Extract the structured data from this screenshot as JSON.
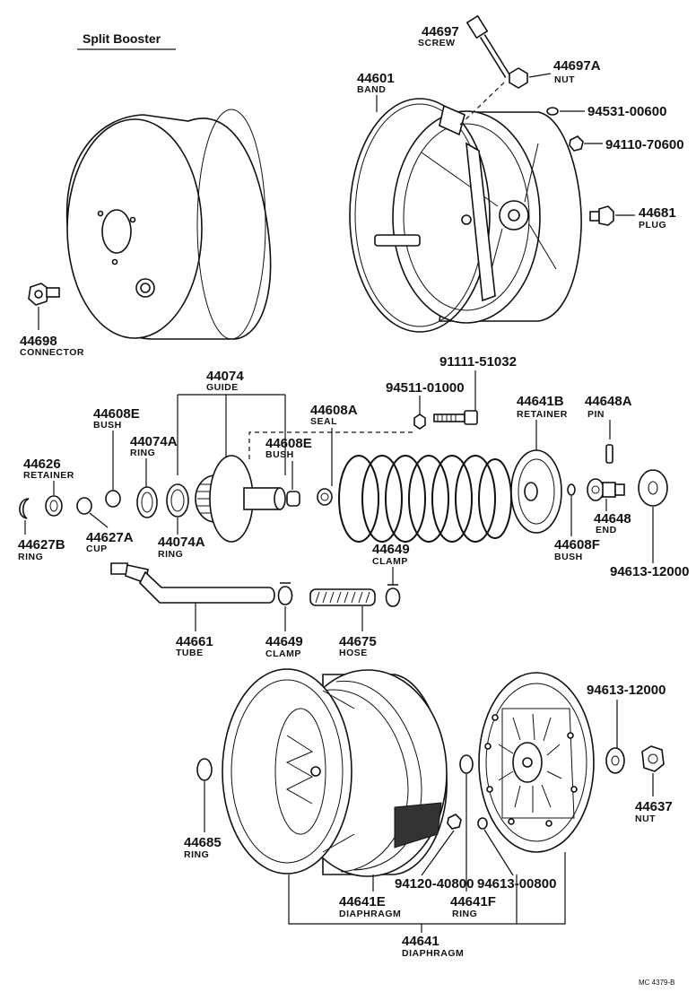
{
  "title": "Split Booster",
  "figure_code": "MC 4379-B",
  "parts": {
    "screw": {
      "number": "44697",
      "name": "SCREW"
    },
    "nut_top": {
      "number": "44697A",
      "name": "NUT"
    },
    "band": {
      "number": "44601",
      "name": "BAND"
    },
    "p94531": {
      "number": "94531-00600",
      "name": ""
    },
    "p94110": {
      "number": "94110-70600",
      "name": ""
    },
    "plug": {
      "number": "44681",
      "name": "PLUG"
    },
    "connector": {
      "number": "44698",
      "name": "CONNECTOR"
    },
    "guide": {
      "number": "44074",
      "name": "GUIDE"
    },
    "bush_left": {
      "number": "44608E",
      "name": "BUSH"
    },
    "bush_mid": {
      "number": "44608E",
      "name": "BUSH"
    },
    "seal": {
      "number": "44608A",
      "name": "SEAL"
    },
    "p94511": {
      "number": "94511-01000",
      "name": ""
    },
    "p91111": {
      "number": "91111-51032",
      "name": ""
    },
    "retainer_r": {
      "number": "44641B",
      "name": "RETAINER"
    },
    "pin": {
      "number": "44648A",
      "name": "PIN"
    },
    "ring_a": {
      "number": "44074A",
      "name": "RING"
    },
    "ring_a2": {
      "number": "44074A",
      "name": "RING"
    },
    "retainer_l": {
      "number": "44626",
      "name": "RETAINER"
    },
    "ring_b": {
      "number": "44627B",
      "name": "RING"
    },
    "cup": {
      "number": "44627A",
      "name": "CUP"
    },
    "end": {
      "number": "44648",
      "name": "END"
    },
    "bush_f": {
      "number": "44608F",
      "name": "BUSH"
    },
    "p94613_a": {
      "number": "94613-12000",
      "name": ""
    },
    "clamp_a": {
      "number": "44649",
      "name": "CLAMP"
    },
    "tube": {
      "number": "44661",
      "name": "TUBE"
    },
    "clamp_b": {
      "number": "44649",
      "name": "CLAMP"
    },
    "hose": {
      "number": "44675",
      "name": "HOSE"
    },
    "p94613_b": {
      "number": "94613-12000",
      "name": ""
    },
    "ring_685": {
      "number": "44685",
      "name": "RING"
    },
    "nut_637": {
      "number": "44637",
      "name": "NUT"
    },
    "p94120": {
      "number": "94120-40800",
      "name": ""
    },
    "p94613_c": {
      "number": "94613-00800",
      "name": ""
    },
    "diaphragm_e": {
      "number": "44641E",
      "name": "DIAPHRAGM"
    },
    "ring_f": {
      "number": "44641F",
      "name": "RING"
    },
    "diaphragm": {
      "number": "44641",
      "name": "DIAPHRAGM"
    }
  }
}
